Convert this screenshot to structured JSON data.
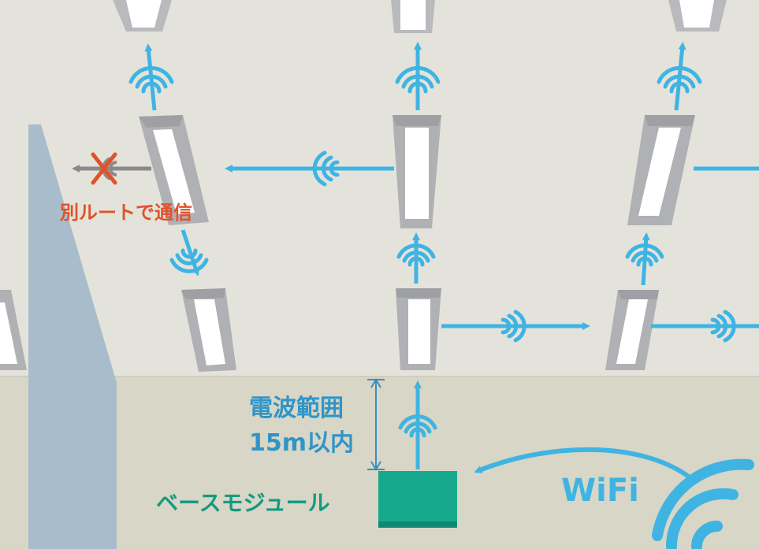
{
  "labels": {
    "alt_route": "別ルートで通信",
    "range_line1": "電波範囲",
    "range_line2": "15m以内",
    "base_module": "ベースモジュール",
    "wifi": "WiFi"
  },
  "colors": {
    "ceiling": "#e4e3db",
    "wall": "#d8d6c6",
    "pillar": "#a9bccb",
    "signal": "#3fb4e3",
    "blocked": "#e0522a",
    "blocked_arrow": "#8a8a8a",
    "base_module": "#17a98d",
    "range_text": "#2f95c8",
    "base_text": "#149a83",
    "wifi": "#3fb4e3"
  },
  "icons": [
    "wifi-signal-icon",
    "signal-wave-icon",
    "blocked-x-icon",
    "arrow-icon"
  ]
}
